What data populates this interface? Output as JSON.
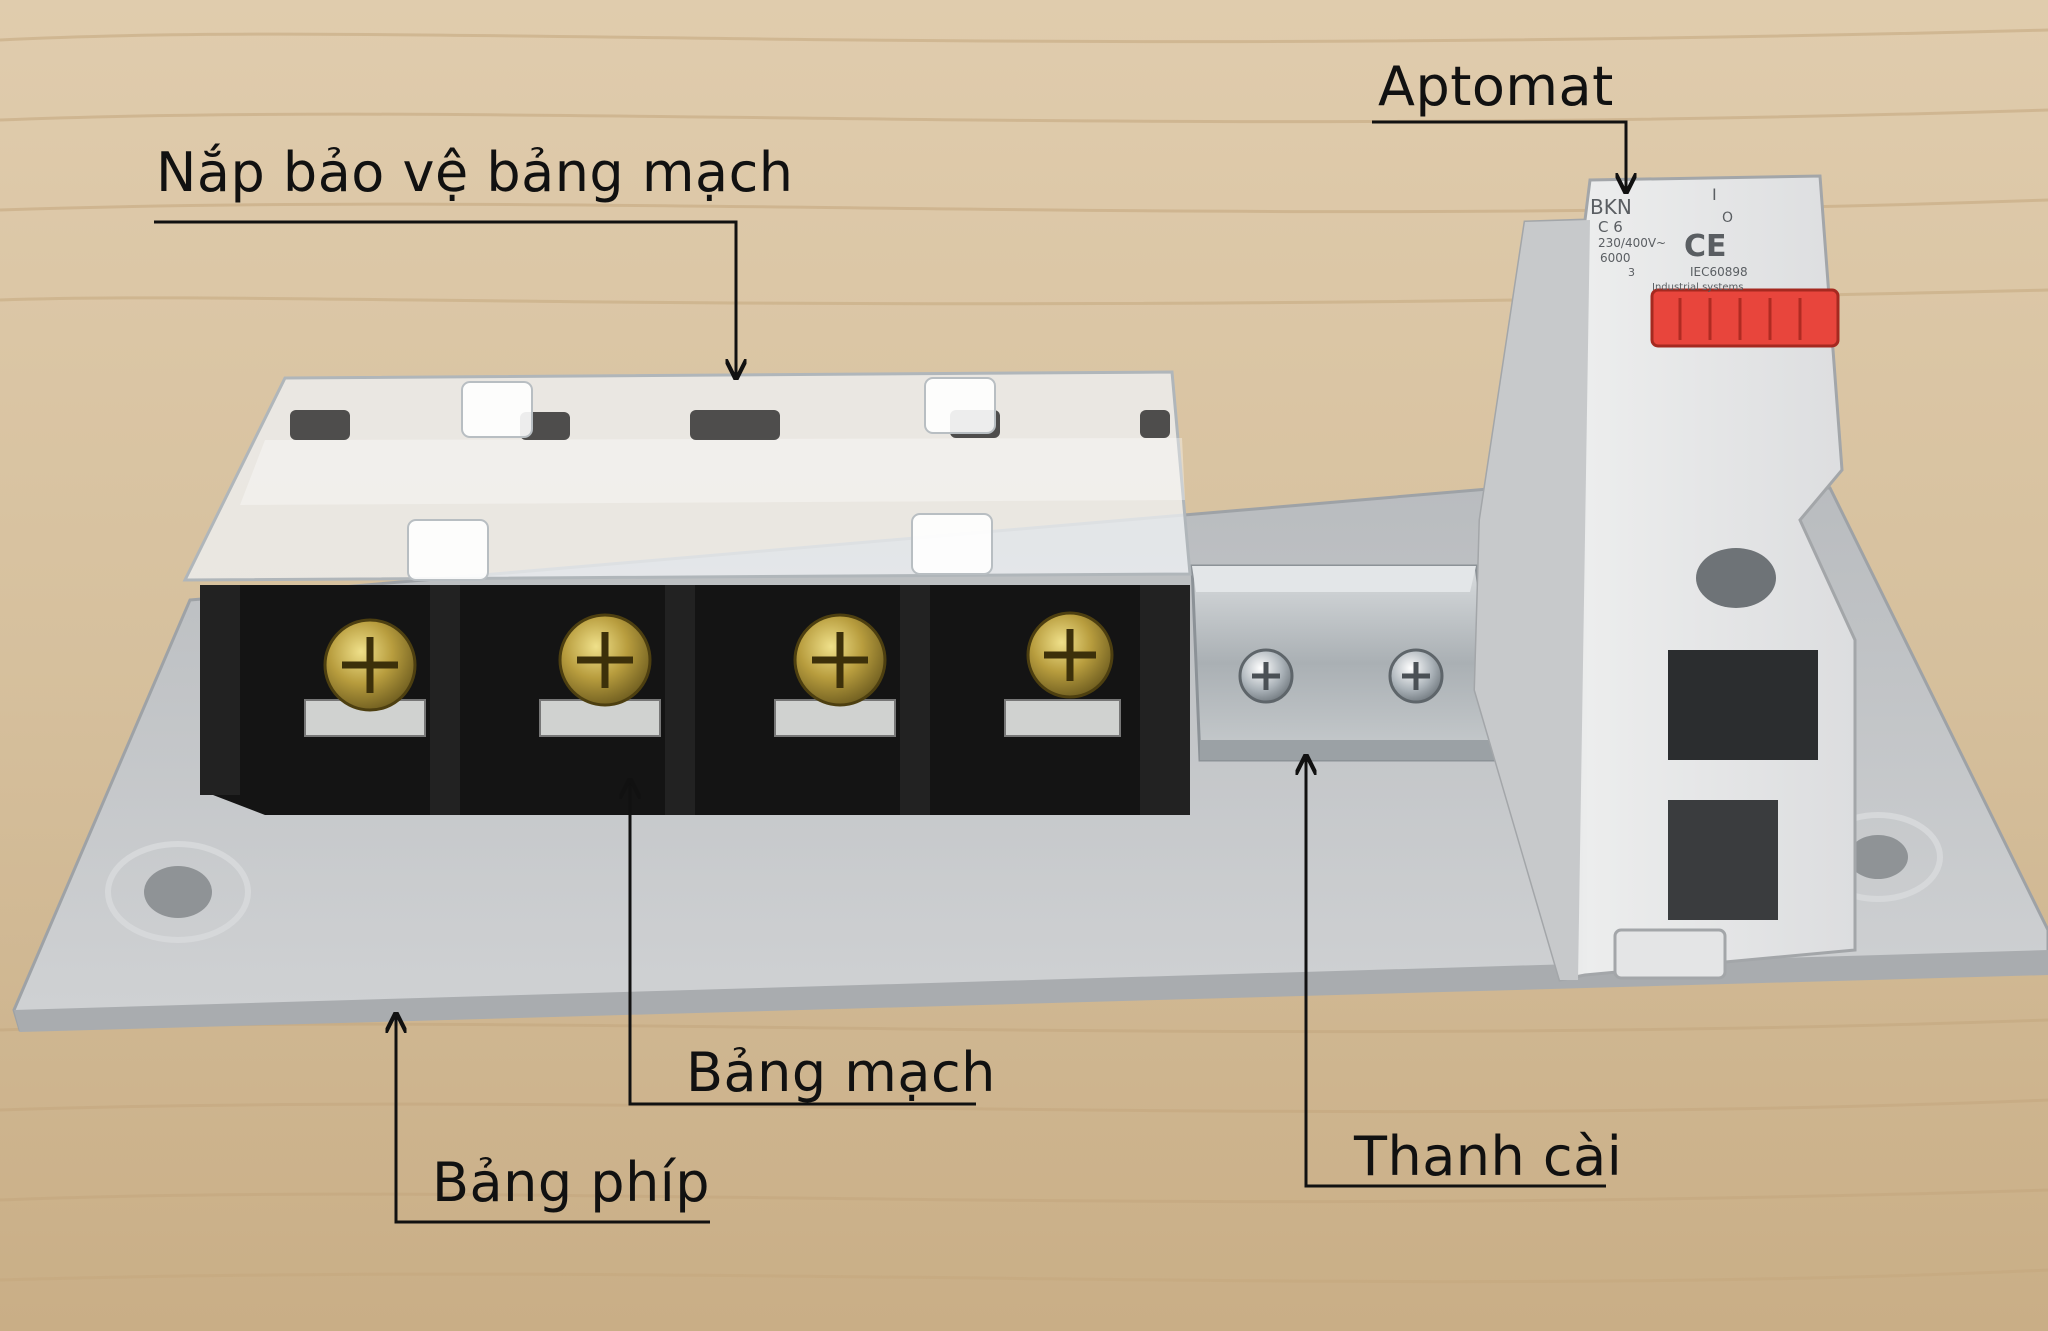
{
  "labels": {
    "cover": "Nắp bảo vệ bảng mạch",
    "breaker": "Aptomat",
    "circuit_board": "Bảng mạch",
    "fiber_board": "Bảng phíp",
    "rail": "Thanh cài"
  },
  "breaker_markings": {
    "brand": "BKN",
    "rating": "C 6",
    "voltage": "230/400V~",
    "capacity": "6000",
    "class": "3",
    "cert": "CE",
    "standard": "IEC60898",
    "maker": "Industrial systems",
    "switch_on": "I",
    "switch_off": "O"
  },
  "colors": {
    "wood": "#d9c4a3",
    "plate": "#c4c6c9",
    "terminal_block": "#141414",
    "cover": "#e8ecef",
    "breaker_body": "#e6e7e8",
    "handle": "#e8453c",
    "rail": "#bfc3c6",
    "screw_brass": "#b49a3c"
  }
}
